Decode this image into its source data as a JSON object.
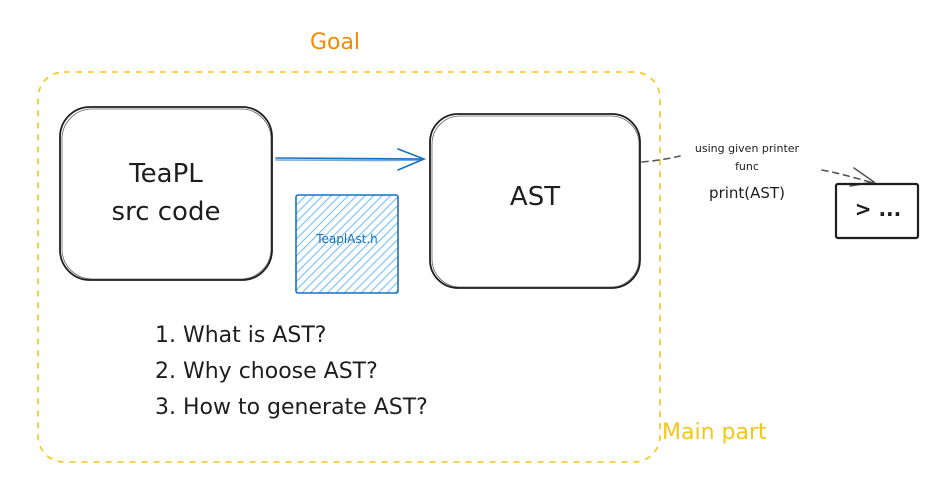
{
  "frame": {
    "title": "Goal",
    "corner_label": "Main part",
    "colors": {
      "title": "#f08c00",
      "frame_border": "#f5c518",
      "corner_label": "#f5c518"
    }
  },
  "nodes": {
    "source": {
      "line1": "TeaPL",
      "line2": "src code"
    },
    "ast": {
      "label": "AST"
    },
    "header_file": {
      "label": "TeaplAst.h",
      "color": "#1971c2",
      "fill": "#a5d8ff"
    },
    "terminal": {
      "label": "> ..."
    }
  },
  "printer_note": {
    "line1": "using given printer",
    "line2": "func",
    "line3": "print(AST)"
  },
  "questions": [
    "1. What is AST?",
    "2. Why choose AST?",
    "3. How to generate AST?"
  ],
  "colors": {
    "stroke": "#1e1e1e",
    "arrow_blue": "#1971c2",
    "dashed_gray": "#555555"
  }
}
